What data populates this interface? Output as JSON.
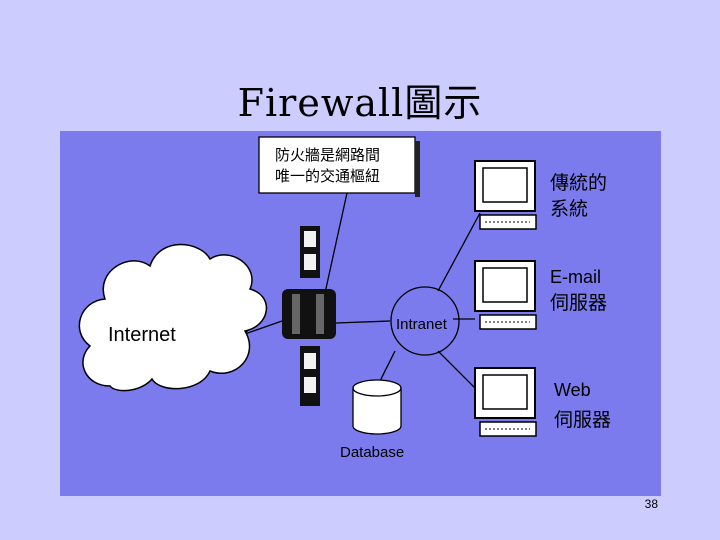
{
  "slide": {
    "title": "Firewall圖示",
    "page_number": "38"
  },
  "diagram": {
    "callout": {
      "line1": "防火牆是網路間",
      "line2": "唯一的交通樞紐"
    },
    "internet_label": "Internet",
    "intranet_label": "Intranet",
    "database_label": "Database",
    "systems": [
      {
        "line1": "傳統的",
        "line2": "系統"
      },
      {
        "line1": "E-mail",
        "line2": "伺服器"
      },
      {
        "line1": "Web",
        "line2": "伺服器"
      }
    ]
  },
  "colors": {
    "slide_background": "#ccccff",
    "figure_background": "#7b7bee"
  }
}
